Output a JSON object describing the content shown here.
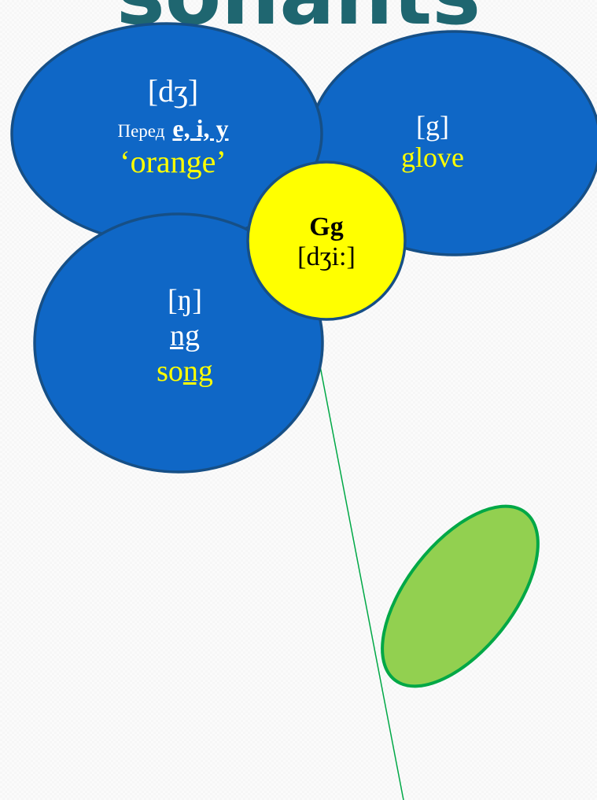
{
  "slide": {
    "title": "sonants"
  },
  "center": {
    "letter": "Gg",
    "transcription": "[dʒi:]"
  },
  "petal_right": {
    "sound": "[g]",
    "example": "glove"
  },
  "petal_left": {
    "sound": "[dʒ]",
    "rule_prefix": "Перед",
    "rule_letters": "e, i, y",
    "example": "‘orange’"
  },
  "petal_bottom": {
    "sound": "[ŋ]",
    "spelling": "ng",
    "example_prefix": "so",
    "example_suffix": "ng"
  },
  "colors": {
    "petal": "#0f67c6",
    "petal_border": "#164f86",
    "center": "#ffff00",
    "leaf": "#92d050",
    "leaf_border": "#00a846",
    "stem": "#00a846",
    "title": "#1f6670"
  }
}
